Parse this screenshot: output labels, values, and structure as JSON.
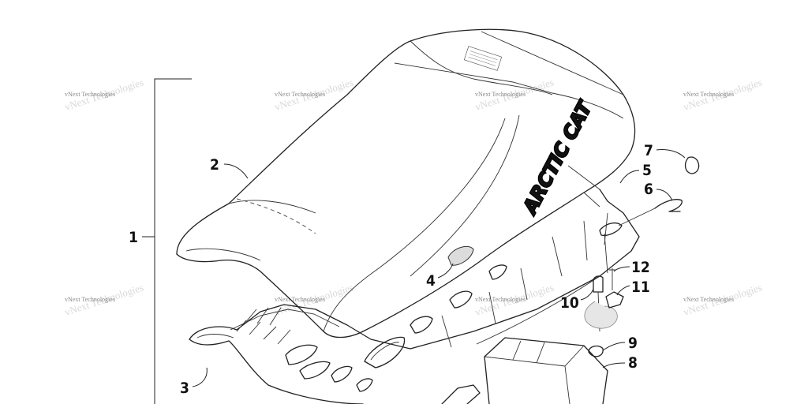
{
  "callouts": {
    "c1": "1",
    "c2": "2",
    "c3": "3",
    "c4": "4",
    "c5": "5",
    "c6": "6",
    "c7": "7",
    "c8": "8",
    "c9": "9",
    "c10": "10",
    "c11": "11",
    "c12": "12"
  },
  "watermark": "vNext Technologies",
  "decal": "ARCTIC CAT"
}
